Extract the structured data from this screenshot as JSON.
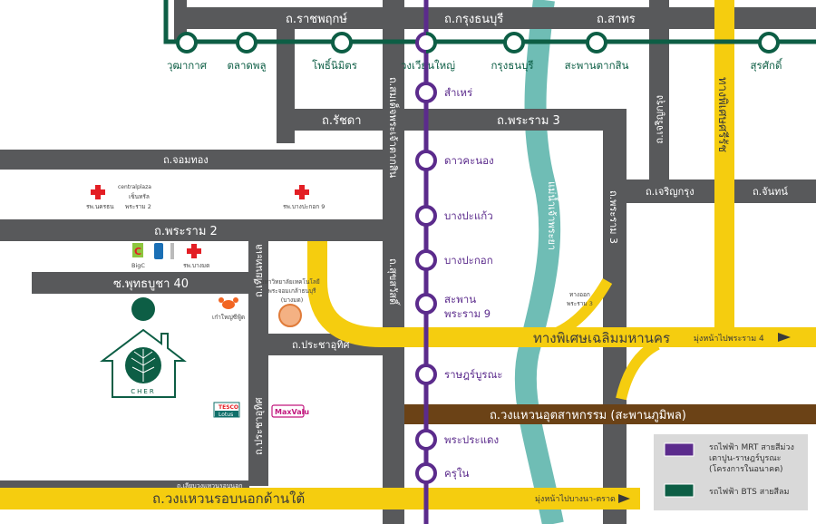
{
  "colors": {
    "road": "#58595b",
    "bts": "#0d5e45",
    "mrt": "#5b2b8c",
    "expressway": "#f5cd0f",
    "river": "#6fbdb5",
    "ring_road": "#6b4216",
    "hospital": "#e31e24",
    "legend_bg": "#d9d9d9"
  },
  "roads": {
    "ratchaphruek": "ถ.ราชพฤกษ์",
    "krungthonburi": "ถ.กรุงธนบุรี",
    "sathorn": "ถ.สาทร",
    "ratchada": "ถ.รัชดา",
    "rama3": "ถ.พระราม 3",
    "chomthong": "ถ.จอมทอง",
    "rama2": "ถ.พระราม 2",
    "charoenkrung": "ถ.เจริญกรุง",
    "chan": "ถ.จันทน์",
    "charoenkrung_vertical": "ถ.เจริญกรุง",
    "rama3_vertical": "ถ.พระราม 3",
    "taksin": "ถ.สมเด็จพระเจ้าตากสิน",
    "suksawat": "ถ.สุขสวัสดิ์",
    "phutthabucha": "ซ.พุทธบูชา 40",
    "thianthale": "ถ.เทียนทะเล",
    "prachauthit": "ถ.ประชาอุทิศ",
    "prachauthit_vertical": "ถ.ประชาอุทิศ",
    "outer_ring_parallel": "ถ.เลียบวงแหวนรอบนอก",
    "industrial_ring": "ถ.วงแหวนอุตสาหกรรม (สะพานภูมิพล)",
    "river": "แม่น้ำเจ้าพระยา"
  },
  "expressways": {
    "chalerm_maha_nakhon": "ทางพิเศษเฉลิมมหานคร",
    "to_rama4": "มุ่งหน้าไปพระราม 4",
    "sirat": "ทางพิเศษศรีรัช",
    "exit_rama3_line1": "ทางออก",
    "exit_rama3_line2": "พระราม 3",
    "outer_ring_south": "ถ.วงแหวนรอบนอกด้านใต้",
    "to_bangna_trat": "มุ่งหน้าไปบางนา-ตราด"
  },
  "bts_stations": [
    "วุฒากาศ",
    "ตลาดพลู",
    "โพธิ์นิมิตร",
    "วงเวียนใหญ่",
    "กรุงธนบุรี",
    "สะพานตากสิน",
    "สุรศักดิ์"
  ],
  "mrt_stations": [
    "สำเหร่",
    "ดาวคะนอง",
    "บางปะแก้ว",
    "บางปะกอก",
    "สะพาน",
    "พระราม 9",
    "ราษฎร์บูรณะ",
    "พระประแดง",
    "ครุใน"
  ],
  "pois": {
    "hospital_1": "รพ.นครธน",
    "central_brand": "centralplaza",
    "central_line1": "เซ็นทรัล",
    "central_line2": "พระราม 2",
    "hospital_2": "รพ.บางปะกอก 9",
    "bigc": "BigC",
    "hospital_3": "รพ.บางมด",
    "kmutt_line1": "มหาวิทยาลัยเทคโนโลยี",
    "kmutt_line2": "พระจอมเกล้าธนบุรี",
    "kmutt_line3": "(บางมด)",
    "seafood": "เก๋าใหญ่ซีฟู้ด",
    "tesco": "TESCO",
    "lotus": "Lotus",
    "maxvalu": "MaxValu",
    "project": "CHER"
  },
  "legend": {
    "mrt_line1": "รถไฟฟ้า MRT สายสีม่วง",
    "mrt_line2": "เตาปูน-ราษฎร์บูรณะ",
    "mrt_line3": "(โครงการในอนาคต)",
    "bts": "รถไฟฟ้า BTS สายสีลม"
  }
}
